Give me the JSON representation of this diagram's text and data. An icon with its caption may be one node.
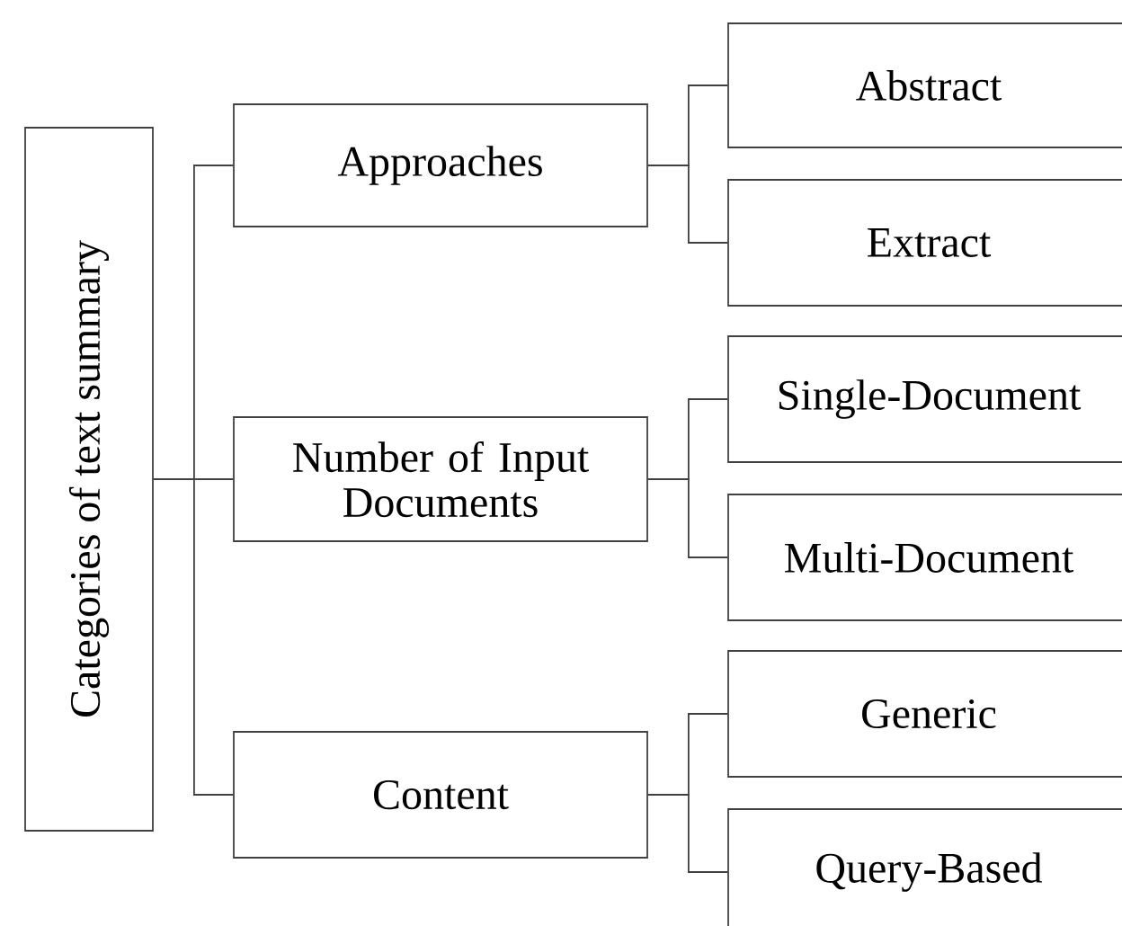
{
  "diagram": {
    "nodes": [
      {
        "text": [
          "Categories of text summary"
        ]
      },
      {
        "text": [
          "Approaches"
        ]
      },
      {
        "text": [
          "Number of Input Documents"
        ]
      },
      {
        "text": [
          "Content"
        ]
      },
      {
        "text": [
          "Abstract"
        ]
      },
      {
        "text": [
          "Extract"
        ]
      },
      {
        "text": [
          "Single-Document"
        ]
      },
      {
        "text": [
          "Multi-Document"
        ]
      },
      {
        "text": [
          "Generic"
        ]
      },
      {
        "text": [
          "Query-Based"
        ]
      }
    ],
    "edges": [
      {
        "from": 0,
        "to": 1,
        "arrow": "none"
      },
      {
        "from": 0,
        "to": 2,
        "arrow": "none"
      },
      {
        "from": 0,
        "to": 3,
        "arrow": "none"
      },
      {
        "from": 1,
        "to": 4,
        "arrow": "none"
      },
      {
        "from": 1,
        "to": 5,
        "arrow": "none"
      },
      {
        "from": 2,
        "to": 6,
        "arrow": "none"
      },
      {
        "from": 2,
        "to": 7,
        "arrow": "none"
      },
      {
        "from": 3,
        "to": 8,
        "arrow": "none"
      },
      {
        "from": 3,
        "to": 9,
        "arrow": "none"
      }
    ]
  }
}
